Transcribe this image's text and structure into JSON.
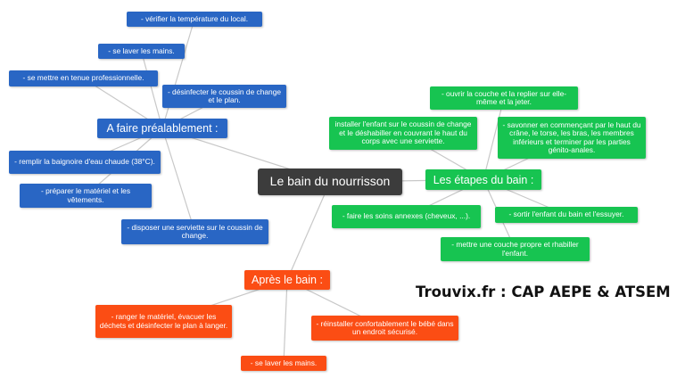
{
  "center": {
    "label": "Le bain du nourrisson"
  },
  "branches": {
    "prealable": {
      "label": "A faire préalablement :",
      "color": "#2966c4",
      "items": [
        "- vérifier la température du local.",
        "- se laver les mains.",
        "- se mettre en tenue professionnelle.",
        "- désinfecter le coussin de change et le plan.",
        "- remplir la baignoire d'eau chaude (38°C).",
        "- préparer le matériel et les vêtements.",
        "- disposer une serviette sur le coussin de change."
      ]
    },
    "etapes": {
      "label": "Les étapes du bain :",
      "color": "#17c451",
      "items": [
        "- ouvrir la couche et la replier sur elle-même et la jeter.",
        "installer l'enfant sur le coussin de change et le déshabiller en couvrant le haut du corps avec une serviette.",
        "- savonner en commençant par le haut du crâne, le torse, les bras, les membres inférieurs et terminer par les parties génito-anales.",
        "- faire les soins annexes (cheveux, ...).",
        "- sortir l'enfant du bain et l'essuyer.",
        "- mettre une couche propre et rhabiller l'enfant."
      ]
    },
    "apres": {
      "label": "Après le bain :",
      "color": "#fb4d14",
      "items": [
        "- ranger le matériel, évacuer les déchets et désinfecter le plan à langer.",
        "- réinstaller confortablement le bébé dans un endroit sécurisé.",
        "- se laver les mains."
      ]
    }
  },
  "brand": "Trouvix.fr : CAP AEPE & ATSEM",
  "link_color": "#c8c8c8"
}
